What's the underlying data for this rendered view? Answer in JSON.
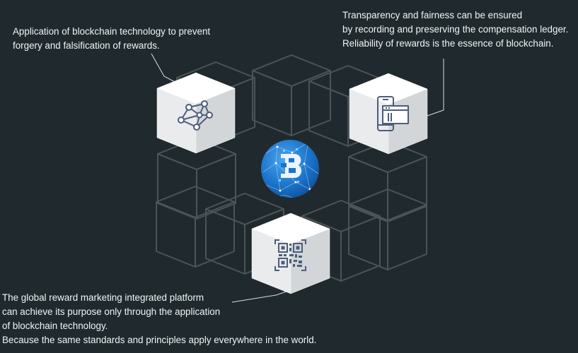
{
  "captions": {
    "top_left": [
      "Application of blockchain technology to prevent",
      "forgery and falsification of rewards."
    ],
    "top_right": [
      "Transparency and fairness can be ensured",
      "by recording and preserving the compensation ledger.",
      "Reliability of rewards is the essence of blockchain."
    ],
    "bottom": [
      "The global reward marketing integrated platform",
      "can achieve its purpose only through the application",
      "of blockchain technology.",
      "Because the same standards and principles apply everywhere in the world."
    ]
  },
  "icons": {
    "top_left_cube": "network-nodes-icon",
    "top_right_cube": "mobile-browser-icon",
    "bottom_cube": "qr-code-icon",
    "center": "blockchain-logo"
  },
  "colors": {
    "background": "#202a2e",
    "cube_outline": "#4b5559",
    "cube_top": "#ffffff",
    "cube_left": "#e8eaec",
    "cube_right": "#d0d4d7",
    "icon": "#4d5d7a",
    "logo_blue": "#1b73c9",
    "text": "#f2f4f5",
    "leader_line": "#d9dddf"
  }
}
